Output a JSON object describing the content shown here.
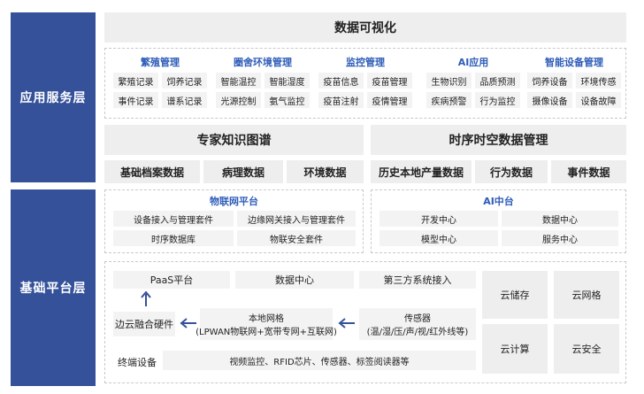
{
  "layers": {
    "app": "应用服务层",
    "base": "基础平台层"
  },
  "app": {
    "top_title": "数据可视化",
    "categories": [
      {
        "title": "繁殖管理",
        "items": [
          "繁殖记录",
          "饲养记录",
          "事件记录",
          "谱系记录"
        ]
      },
      {
        "title": "圈舍环境管理",
        "items": [
          "智能温控",
          "智能湿度",
          "光源控制",
          "氨气监控"
        ]
      },
      {
        "title": "监控管理",
        "items": [
          "疫苗信息",
          "疫苗管理",
          "疫苗注射",
          "疫情管理"
        ]
      },
      {
        "title": "AI应用",
        "items": [
          "生物识别",
          "品质预测",
          "疾病预警",
          "行为监控"
        ]
      },
      {
        "title": "智能设备管理",
        "items": [
          "饲养设备",
          "环境传感",
          "摄像设备",
          "设备故障"
        ]
      }
    ],
    "knowledge_title": "专家知识图谱",
    "spatiotemporal_title": "时序时空数据管理",
    "data_boxes": [
      "基础档案数据",
      "病理数据",
      "环境数据",
      "历史本地产量数据",
      "行为数据",
      "事件数据"
    ]
  },
  "iot": {
    "title": "物联网平台",
    "items": [
      "设备接入与管理套件",
      "边缘网关接入与管理套件",
      "时序数据库",
      "物联安全套件"
    ]
  },
  "ai_platform": {
    "title": "AI中台",
    "items": [
      "开发中心",
      "数据中心",
      "模型中心",
      "服务中心"
    ]
  },
  "infra": {
    "paas": "PaaS平台",
    "data_center": "数据中心",
    "third_party": "第三方系统接入",
    "edge_hardware": "边云融合硬件",
    "local_network": "本地网格",
    "local_network_sub": "(LPWAN物联网+宽带专网+互联网)",
    "sensor": "传感器",
    "sensor_sub": "(温/湿/压/声/视/红外线等)",
    "terminal": "终端设备",
    "terminal_items": "视频监控、RFID芯片、传感器、标签阅读器等",
    "cloud": [
      "云储存",
      "云网格",
      "云计算",
      "云安全"
    ]
  }
}
